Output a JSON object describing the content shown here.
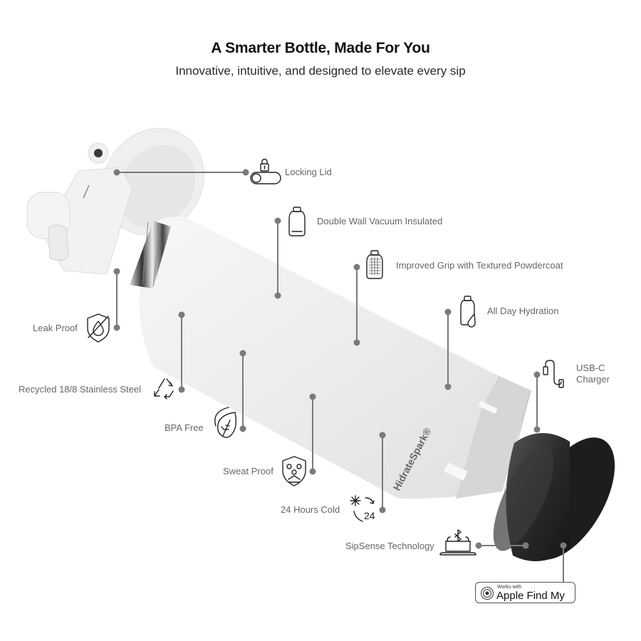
{
  "header": {
    "title": "A Smarter Bottle, Made For You",
    "subtitle": "Innovative, intuitive, and designed to elevate every sip"
  },
  "product": {
    "brand_mark": "HidrateSpark®",
    "body_color": "#ececec",
    "base_color": "#d4d4d4",
    "cap_color": "#2b2b2b"
  },
  "features": [
    {
      "id": "locking-lid",
      "label": "Locking Lid",
      "icon": "lock-toggle-icon"
    },
    {
      "id": "double-wall",
      "label": "Double Wall Vacuum Insulated",
      "icon": "bottle-outline-icon"
    },
    {
      "id": "grip",
      "label": "Improved Grip with Textured Powdercoat",
      "icon": "textured-bottle-icon"
    },
    {
      "id": "hydration",
      "label": "All Day Hydration",
      "icon": "bottle-drop-icon"
    },
    {
      "id": "leak-proof",
      "label": "Leak Proof",
      "icon": "shield-drop-icon"
    },
    {
      "id": "recycled",
      "label": "Recycled 18/8 Stainless Steel",
      "icon": "recycle-icon"
    },
    {
      "id": "usb-c",
      "label_line1": "USB-C",
      "label_line2": "Charger",
      "icon": "usb-cable-icon"
    },
    {
      "id": "bpa-free",
      "label": "BPA Free",
      "icon": "leaf-icon"
    },
    {
      "id": "sweat-proof",
      "label": "Sweat Proof",
      "icon": "shield-droplets-icon"
    },
    {
      "id": "cold",
      "label": "24 Hours Cold",
      "icon": "snowflake-24-icon",
      "icon_text": "24"
    },
    {
      "id": "sipsense",
      "label": "SipSense Technology",
      "icon": "bluetooth-puck-icon"
    }
  ],
  "badge": {
    "small_text": "Works with",
    "big_text": "Apple Find My"
  },
  "colors": {
    "leader_line": "#7a7a7a",
    "label_text": "#666666",
    "icon_stroke": "#222222"
  }
}
